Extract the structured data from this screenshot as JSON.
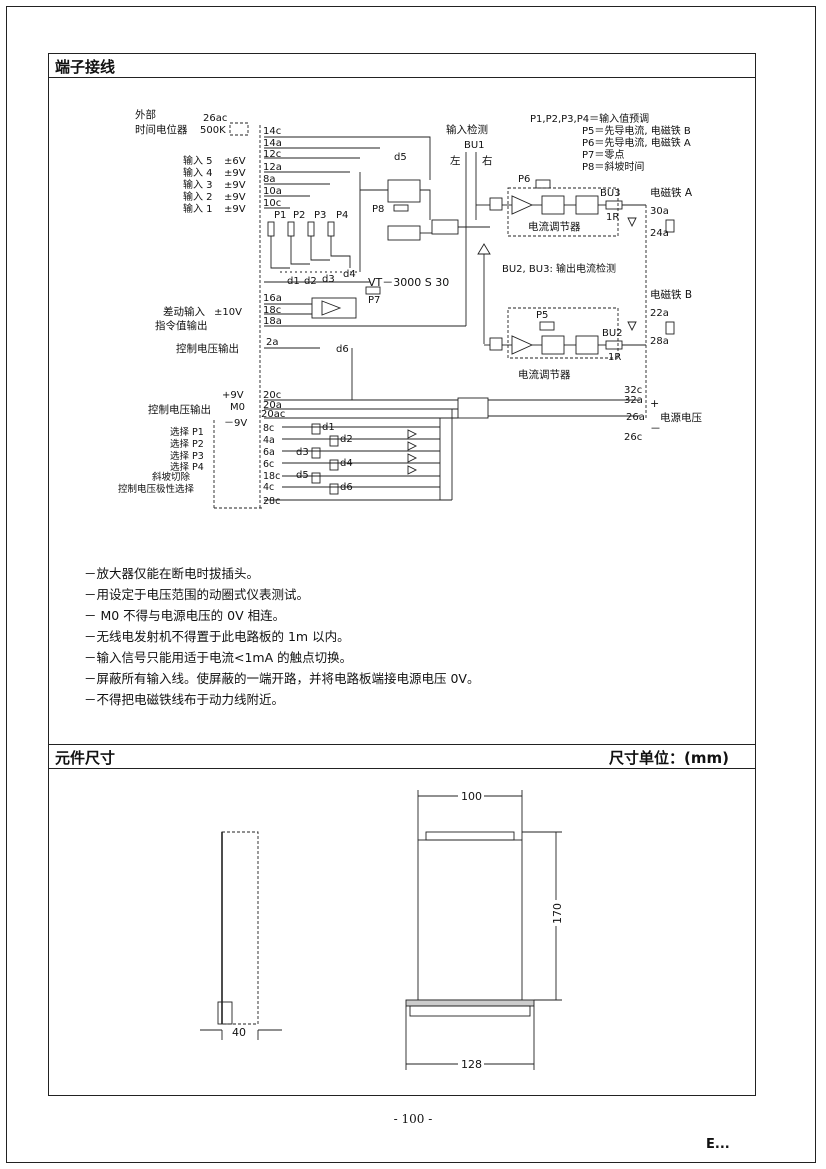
{
  "section1": {
    "title": "端子接线"
  },
  "section2": {
    "title": "元件尺寸",
    "unit": "尺寸单位：(mm)"
  },
  "schematic": {
    "ext_label1": "外部",
    "ext_label2": "时间电位器",
    "t26ac": "26ac",
    "pot500k": "500K",
    "input_check": "输入检测",
    "bu1": "BU1",
    "left": "左",
    "right": "右",
    "legend": [
      "P1,P2,P3,P4＝输入值预调",
      "P5＝先导电流, 电磁铁 B",
      "P6＝先导电流, 电磁铁 A",
      "P7＝零点",
      "P8＝斜坡时间"
    ],
    "inputs": [
      {
        "name": "输入 5",
        "v": "±6V",
        "t": "12a"
      },
      {
        "name": "输入 4",
        "v": "±9V",
        "t": "8a"
      },
      {
        "name": "输入 3",
        "v": "±9V",
        "t": "10a"
      },
      {
        "name": "输入 2",
        "v": "±9V",
        "t": "10c"
      },
      {
        "name": "输入 1",
        "v": "±9V",
        "t": ""
      }
    ],
    "t14c": "14c",
    "t14a": "14a",
    "t12c": "12c",
    "p1": "P1",
    "p2": "P2",
    "p3": "P3",
    "p4": "P4",
    "d1": "d1",
    "d2": "d2",
    "d3": "d3",
    "d4": "d4",
    "d5": "d5",
    "d6": "d6",
    "p5": "P5",
    "p6": "P6",
    "p7": "P7",
    "p8": "P8",
    "model": "VT－3000 S 30",
    "bu_check": "BU2, BU3: 输出电流检测",
    "bu2": "BU2",
    "bu3": "BU3",
    "r1": "1R",
    "current_reg": "电流调节器",
    "mag_a": "电磁铁 A",
    "mag_b": "电磁铁 B",
    "t30a": "30a",
    "t24a": "24a",
    "t22a": "22a",
    "t28a": "28a",
    "t32c": "32c",
    "t32a": "32a",
    "t26a": "26a",
    "t26c": "26c",
    "supply": "电源电压",
    "plus": "+",
    "minus": "－",
    "diff_input": "差动输入",
    "v10": "±10V",
    "cmd_out": "指令值输出",
    "t16a": "16a",
    "t18c": "18c",
    "t18a": "18a",
    "ctrl_out1": "控制电压输出",
    "t2a": "2a",
    "plus9": "+9V",
    "m0": "M0",
    "minus9": "－9V",
    "ctrl_out2": "控制电压输出",
    "t20c": "20c",
    "t20a": "20a",
    "t20ac": "20ac",
    "selects": [
      {
        "name": "选择 P1",
        "t": "8c"
      },
      {
        "name": "选择 P2",
        "t": "4a"
      },
      {
        "name": "选择 P3",
        "t": "6a"
      },
      {
        "name": "选择 P4",
        "t": "6c"
      },
      {
        "name": "斜坡切除",
        "t": "18c"
      },
      {
        "name": "控制电压极性选择",
        "t": "4c"
      }
    ],
    "t28c": "28c"
  },
  "notes": [
    "－放大器仅能在断电时拔插头。",
    "－用设定于电压范围的动圈式仪表测试。",
    "－ M0 不得与电源电压的 0V 相连。",
    "－无线电发射机不得置于此电路板的 1m 以内。",
    "－输入信号只能用适于电流<1mA 的触点切换。",
    "－屏蔽所有输入线。使屏蔽的一端开路，并将电路板端接电源电压 0V。",
    "－不得把电磁铁线布于动力线附近。"
  ],
  "dimensions": {
    "d100": "100",
    "d170": "170",
    "d128": "128",
    "d40": "40"
  },
  "page_number": "- 100 -",
  "logo": "E..."
}
